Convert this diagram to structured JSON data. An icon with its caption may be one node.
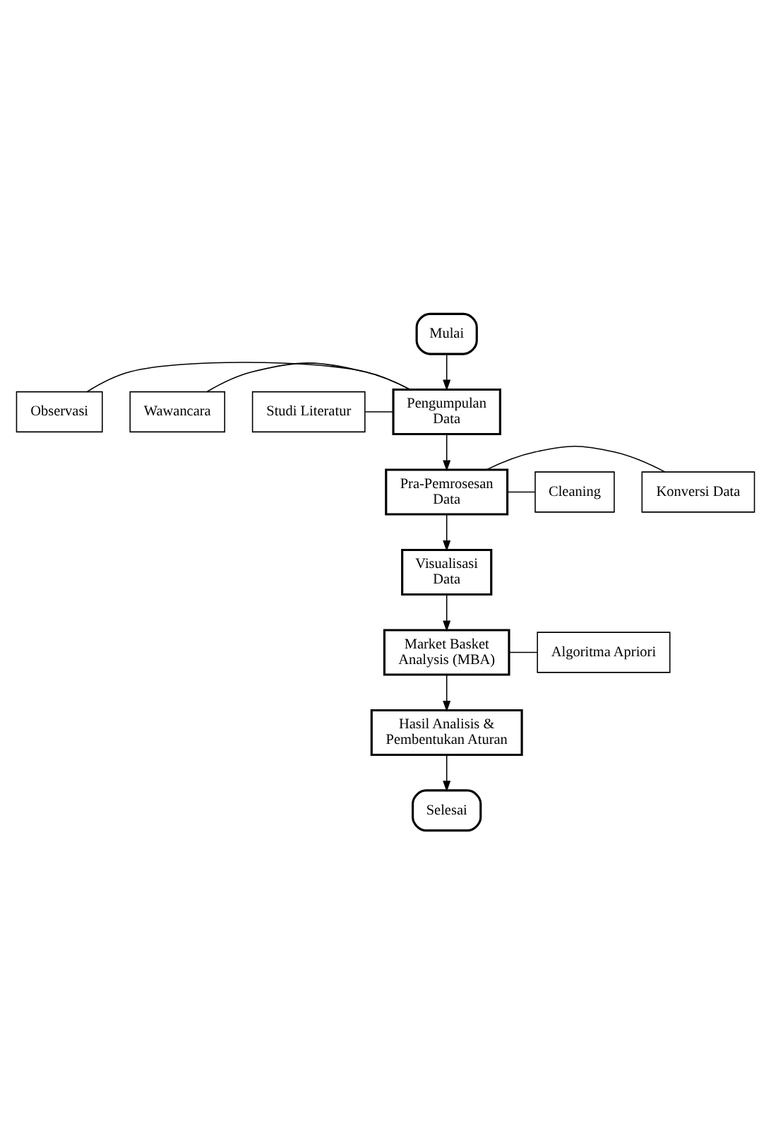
{
  "diagram": {
    "nodes": [
      {
        "text": [
          "Mulai"
        ]
      },
      {
        "text": [
          "Pengumpulan Data"
        ]
      },
      {
        "text": [
          "Observasi"
        ]
      },
      {
        "text": [
          "Wawancara"
        ]
      },
      {
        "text": [
          "Studi Literatur"
        ]
      },
      {
        "text": [
          "Pra-Pemrosesan Data"
        ]
      },
      {
        "text": [
          "Konversi Data"
        ]
      },
      {
        "text": [
          "Cleaning"
        ]
      },
      {
        "text": [
          "Visualisasi Data"
        ]
      },
      {
        "text": [
          "Market Basket Analysis (MBA)"
        ]
      },
      {
        "text": [
          "Algoritma Apriori"
        ]
      },
      {
        "text": [
          "Hasil Analisis & Pembentukan Aturan"
        ]
      },
      {
        "text": [
          "Selesai"
        ]
      }
    ],
    "edges": [
      {
        "from": 0,
        "to": 1,
        "arrow": "to"
      },
      {
        "from": 2,
        "to": 1,
        "arrow": "none"
      },
      {
        "from": 3,
        "to": 1,
        "arrow": "none"
      },
      {
        "from": 4,
        "to": 1,
        "arrow": "none"
      },
      {
        "from": 1,
        "to": 5,
        "arrow": "to"
      },
      {
        "from": 5,
        "to": 6,
        "arrow": "none"
      },
      {
        "from": 5,
        "to": 7,
        "arrow": "none"
      },
      {
        "from": 5,
        "to": 8,
        "arrow": "to"
      },
      {
        "from": 8,
        "to": 9,
        "arrow": "to"
      },
      {
        "from": 9,
        "to": 10,
        "arrow": "none"
      },
      {
        "from": 9,
        "to": 11,
        "arrow": "to"
      },
      {
        "from": 11,
        "to": 12,
        "arrow": "to"
      }
    ]
  }
}
